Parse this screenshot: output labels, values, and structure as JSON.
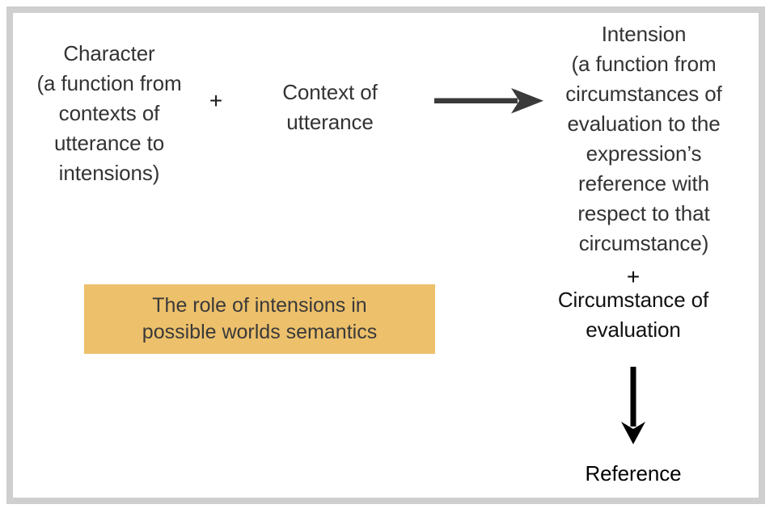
{
  "diagram": {
    "title_caption": "The role of intensions in\npossible worlds semantics",
    "nodes": {
      "character": "Character\n(a function from\ncontexts of\nutterance to\nintensions)",
      "plus_one": "+",
      "context": "Context of\nutterance",
      "intension": "Intension\n(a function from\ncircumstances of\nevaluation to the\nexpression’s\nreference with\nrespect to that\ncircumstance)",
      "plus_two": "+",
      "circumstance": "Circumstance of\nevaluation",
      "reference": "Reference"
    },
    "connectors": {
      "horizontal_arrow": "arrow-right",
      "vertical_arrow": "arrow-down"
    },
    "colors": {
      "frame": "#cfcfcf",
      "caption_background": "#edc06b",
      "text": "#333333",
      "arrow_right": "#3a3a3a",
      "arrow_down": "#000000",
      "background": "#ffffff"
    }
  }
}
